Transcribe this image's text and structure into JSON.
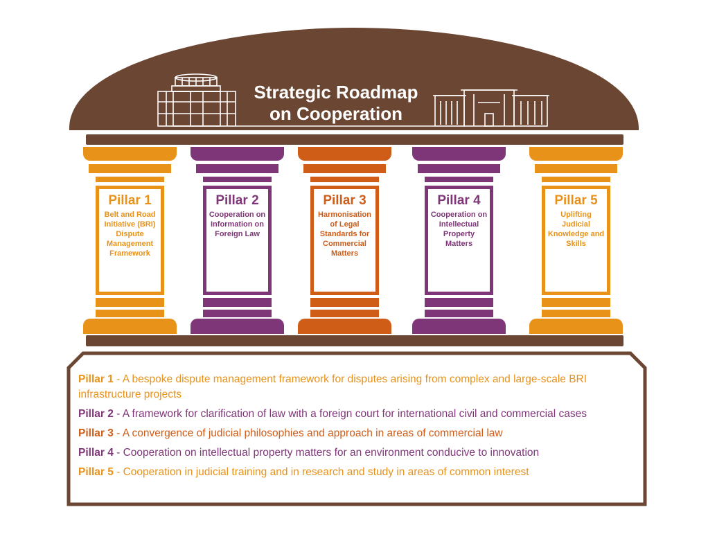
{
  "title_line1": "Strategic Roadmap",
  "title_line2": "on Cooperation",
  "colors": {
    "brown": "#6b4733",
    "orange": "#e8921a",
    "purple": "#7f3678",
    "dark_orange": "#cf5c17"
  },
  "pillars": [
    {
      "title": "Pillar 1",
      "desc": "Belt and Road Initiative (BRI) Dispute Management Framework",
      "color": "#e8921a"
    },
    {
      "title": "Pillar 2",
      "desc": "Cooperation on Information on Foreign Law",
      "color": "#7f3678"
    },
    {
      "title": "Pillar 3",
      "desc": "Harmonisation of Legal Standards for Commercial Matters",
      "color": "#cf5c17"
    },
    {
      "title": "Pillar 4",
      "desc": "Cooperation on Intellectual Property Matters",
      "color": "#7f3678"
    },
    {
      "title": "Pillar 5",
      "desc": "Uplifting Judicial Knowledge and Skills",
      "color": "#e8921a"
    }
  ],
  "legend": [
    {
      "label": "Pillar 1",
      "text": " - A bespoke dispute management framework for disputes arising from complex and large-scale BRI infrastructure projects",
      "color": "#e8921a"
    },
    {
      "label": "Pillar 2",
      "text": " - A framework for clarification of law with a foreign court for international civil and commercial cases",
      "color": "#7f3678"
    },
    {
      "label": "Pillar 3",
      "text": " - A convergence of judicial philosophies and approach in areas of commercial law",
      "color": "#cf5c17"
    },
    {
      "label": "Pillar 4",
      "text": " - Cooperation on intellectual property matters for an environment conducive to innovation",
      "color": "#7f3678"
    },
    {
      "label": "Pillar 5",
      "text": " - Cooperation in judicial training and in research and study in areas of common interest",
      "color": "#e8921a"
    }
  ]
}
